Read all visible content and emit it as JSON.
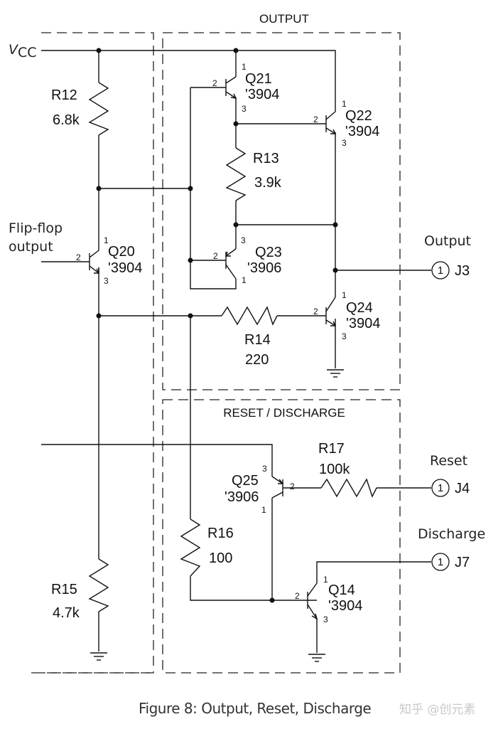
{
  "sections": {
    "output": "OUTPUT",
    "reset_discharge": "RESET / DISCHARGE"
  },
  "supply": {
    "main": "V",
    "sub": "CC"
  },
  "input_signal": [
    "Flip-flop",
    "output"
  ],
  "transistors": {
    "Q20": {
      "name": "Q20",
      "part": "'3904",
      "type": "NPN",
      "pins": {
        "c": "1",
        "b": "2",
        "e": "3"
      }
    },
    "Q21": {
      "name": "Q21",
      "part": "'3904",
      "type": "NPN",
      "pins": {
        "c": "1",
        "b": "2",
        "e": "3"
      }
    },
    "Q22": {
      "name": "Q22",
      "part": "'3904",
      "type": "NPN",
      "pins": {
        "c": "1",
        "b": "2",
        "e": "3"
      }
    },
    "Q23": {
      "name": "Q23",
      "part": "'3906",
      "type": "PNP",
      "pins": {
        "e": "3",
        "b": "2",
        "c": "1"
      }
    },
    "Q24": {
      "name": "Q24",
      "part": "'3904",
      "type": "NPN",
      "pins": {
        "c": "1",
        "b": "2",
        "e": "3"
      }
    },
    "Q25": {
      "name": "Q25",
      "part": "'3906",
      "type": "PNP",
      "pins": {
        "e": "3",
        "b": "2",
        "c": "1"
      }
    },
    "Q14": {
      "name": "Q14",
      "part": "'3904",
      "type": "NPN",
      "pins": {
        "c": "1",
        "b": "2",
        "e": "3"
      }
    }
  },
  "resistors": {
    "R12": {
      "name": "R12",
      "value": "6.8k"
    },
    "R13": {
      "name": "R13",
      "value": "3.9k"
    },
    "R14": {
      "name": "R14",
      "value": "220"
    },
    "R15": {
      "name": "R15",
      "value": "4.7k"
    },
    "R16": {
      "name": "R16",
      "value": "100"
    },
    "R17": {
      "name": "R17",
      "value": "100k"
    }
  },
  "connectors": {
    "J3": {
      "label": "Output",
      "ref": "J3",
      "pin": "1"
    },
    "J4": {
      "label": "Reset",
      "ref": "J4",
      "pin": "1"
    },
    "J7": {
      "label": "Discharge",
      "ref": "J7",
      "pin": "1"
    }
  },
  "caption": "Figure 8:  Output, Reset, Discharge",
  "watermark": "知乎 @创元素"
}
